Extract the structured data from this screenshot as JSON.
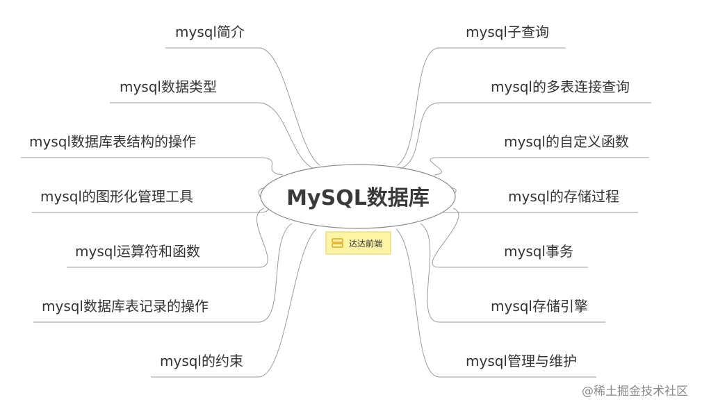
{
  "center": {
    "title": "MySQL数据库",
    "tag": "达达前端",
    "tag_icon": "list-icon"
  },
  "branches_left": [
    "mysql简介",
    "mysql数据类型",
    "mysql数据库表结构的操作",
    "mysql的图形化管理工具",
    "mysql运算符和函数",
    "mysql数据库表记录的操作",
    "mysql的约束"
  ],
  "branches_right": [
    "mysql子查询",
    "mysql的多表连接查询",
    "mysql的自定义函数",
    "mysql的存储过程",
    "mysql事务",
    "mysql存储引擎",
    "mysql管理与维护"
  ],
  "watermark": "@稀土掘金技术社区",
  "colors": {
    "line": "#9a9a9a",
    "center_border": "#8a8a8a",
    "tag_fill": "#fdf4a6",
    "tag_border": "#e6cf55",
    "tag_icon": "#e0a419"
  }
}
